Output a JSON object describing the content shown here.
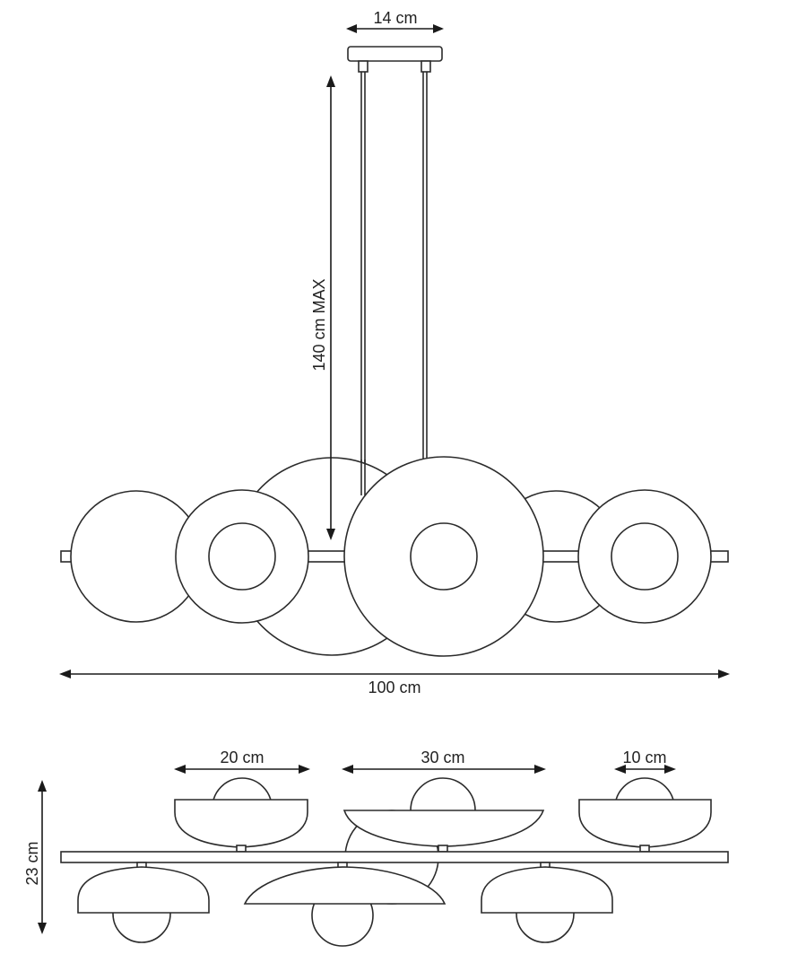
{
  "dimensions": {
    "canopy_width": "14 cm",
    "max_height": "140 cm MAX",
    "total_width": "100 cm",
    "shade_small_left": "20 cm",
    "shade_large": "30 cm",
    "shade_small_right": "10 cm",
    "side_height": "23 cm"
  }
}
